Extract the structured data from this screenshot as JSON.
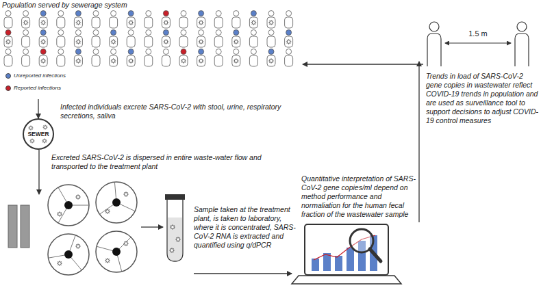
{
  "diagram": {
    "nodes": [
      {
        "text": [
          "Population served by sewerage system"
        ]
      },
      {
        "text": [
          "SEWER"
        ]
      },
      {
        "text": [
          "1.5 m"
        ]
      }
    ],
    "edges": [
      {
        "from": 2,
        "to": 0,
        "arrow": "to"
      },
      {
        "from": 0,
        "to": 1,
        "arrow": "to"
      }
    ],
    "labels": [
      "Infected individuals excrete SARS-CoV-2 with stool, urine, respiratory secretions, saliva",
      "Excreted SARS-CoV-2 is dispersed in entire waste-water flow and transported to the treatment plant",
      "Sample taken at the treatment plant, is taken to laboratory, where it is concentrated, SARS-CoV-2 RNA is extracted and quantified using q/dPCR",
      "Quantitative interpretation of SARS-CoV-2 gene copies/ml depend on method performance and normaliation for the human fecal fraction of the wastewater sample",
      "Trends in load of SARS-CoV-2 gene copies in wastewater reflect COVID-19 trends in population and are used as surveillance tool to support decisions to adjust COVID-19 control measures"
    ],
    "legend": [
      {
        "text": "Unreported infections",
        "color": "#5b80c8"
      },
      {
        "text": "Reported infections",
        "color": "#c8202a"
      }
    ]
  }
}
